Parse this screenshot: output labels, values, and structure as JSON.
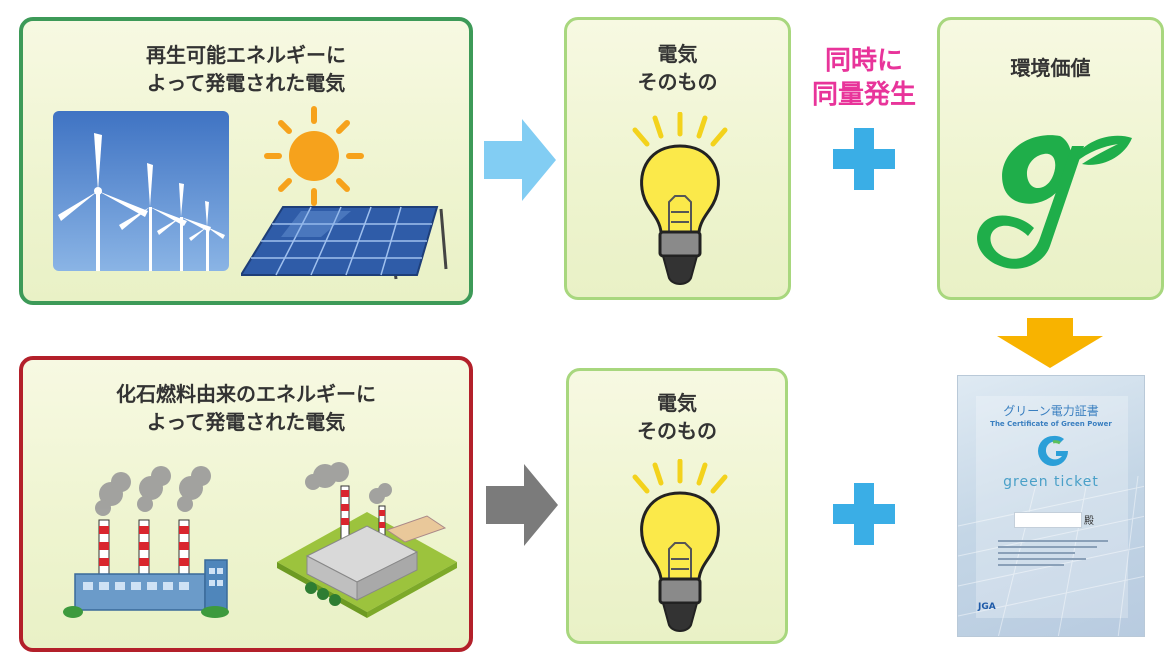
{
  "top": {
    "source_title_line1": "再生可能エネルギーに",
    "source_title_line2": "よって発電された電気",
    "electricity_line1": "電気",
    "electricity_line2": "そのもの",
    "simultaneous_line1": "同時に",
    "simultaneous_line2": "同量発生",
    "env_value_title": "環境価値"
  },
  "bottom": {
    "source_title_line1": "化石燃料由来のエネルギーに",
    "source_title_line2": "よって発電された電気",
    "electricity_line1": "電気",
    "electricity_line2": "そのもの"
  },
  "certificate": {
    "title_jp": "グリーン電力証書",
    "title_en": "The Certificate of Green Power",
    "brand": "green ticket",
    "unit_suffix": "殿",
    "footer_logo": "JGA"
  },
  "colors": {
    "green_border": "#3d9a58",
    "red_border": "#b3202a",
    "result_border": "#a8d77e",
    "accent_pink": "#e8349a",
    "plus_blue": "#3aaee6",
    "arrow_light_blue": "#82cdf3",
    "arrow_gray": "#7b7b7b",
    "arrow_orange": "#f8b300",
    "logo_green": "#1fae4a"
  },
  "icons": [
    "wind-turbine-icon",
    "sun-icon",
    "solar-panel-icon",
    "light-bulb-icon",
    "plus-icon",
    "arrow-right-icon",
    "arrow-down-icon",
    "power-plant-icon",
    "factory-icon",
    "green-g-logo-icon"
  ]
}
